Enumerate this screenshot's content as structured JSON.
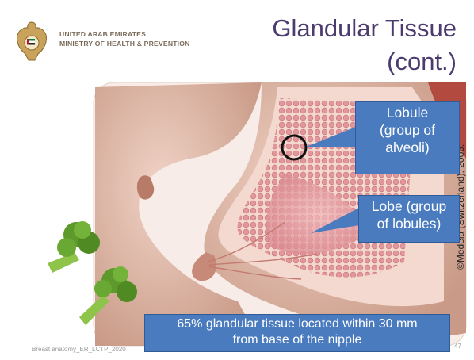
{
  "header": {
    "org_line1": "UNITED ARAB EMIRATES",
    "org_line2": "MINISTRY OF HEALTH & PREVENTION",
    "logo_icon": "uae-emblem-falcon-icon"
  },
  "title": {
    "line1": "Glandular Tissue",
    "line2": "(cont.)"
  },
  "callouts": {
    "lobule_line1": "Lobule",
    "lobule_line2": "(group of",
    "lobule_line3": "alveoli)",
    "lobe_line1": "Lobe (group",
    "lobe_line2": "of lobules)",
    "glandular_line1": "65% glandular tissue located within 30 mm",
    "glandular_line2": "from base of the nipple"
  },
  "credit": "©Medela (Switzerland), 2006.",
  "footer": {
    "text": "Breast anatomy_ER_LCTP_2020",
    "page_number": "47"
  },
  "colors": {
    "title": "#4b3b6f",
    "callout_fill": "#4a7bbf",
    "skin": "#e6c3b4",
    "tissue": "#e6a3a8",
    "broccoli": "#5d9a2b"
  }
}
